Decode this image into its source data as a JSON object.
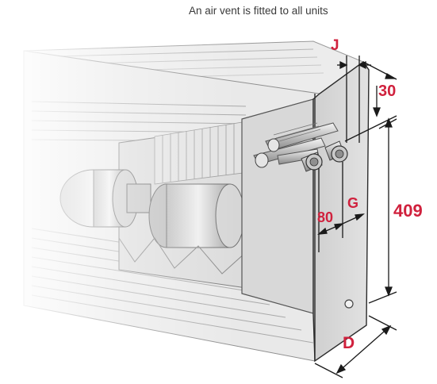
{
  "caption": "An air vent is fitted to all units",
  "dimensions": {
    "j": "J",
    "height_top": "30",
    "height": "409",
    "g": "G",
    "spacing": "80",
    "depth": "D"
  },
  "colors": {
    "dimension_label": "#d0213d",
    "casing_front": "#e6e6e6",
    "casing_side": "#d4d4d4",
    "outline": "#1a1a1a"
  }
}
